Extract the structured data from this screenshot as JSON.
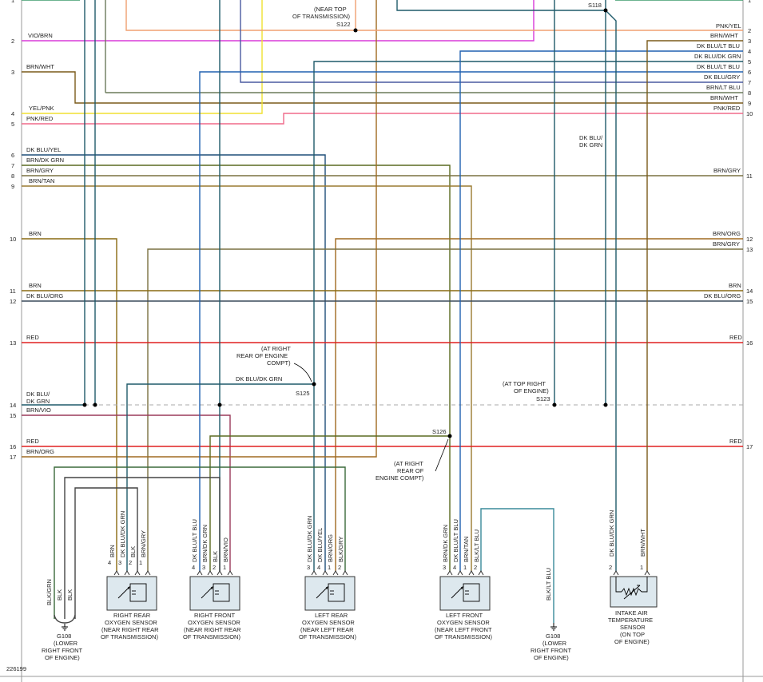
{
  "diagram_id": "226199",
  "colors": {
    "dk_blu_yel": "#1f4e79",
    "vio_brn": "#d93ad9",
    "brn_wht": "#7a5a1a",
    "yel_pnk": "#f0e030",
    "pnk_red": "#f06a8a",
    "pnk_yel": "#f0a070",
    "brn_dk_grn": "#5a6a20",
    "brn_gry": "#7a7040",
    "brn_tan": "#9a7a30",
    "brn": "#8a6a10",
    "dk_blu_org": "#3a4a5a",
    "red": "#e02020",
    "dk_blu_dk_grn": "#1f5a6a",
    "brn_vio": "#9a3a5a",
    "brn_org": "#a06a20",
    "dk_blu_lt_blu": "#2060b0",
    "dk_blu_gry": "#4a5aa0",
    "brn_lt_blu": "#6a7a5a",
    "blk_grn": "#3a6a3a",
    "blk": "#444444",
    "blk_lt_blu": "#3a8a9a",
    "blk_org": "#7a5a3a",
    "ground_dash": "#aaaaaa"
  },
  "left_wires": [
    {
      "num": "1",
      "label": ""
    },
    {
      "num": "2",
      "label": "VIO/BRN"
    },
    {
      "num": "3",
      "label": "BRN/WHT"
    },
    {
      "num": "4",
      "label": "YEL/PNK"
    },
    {
      "num": "5",
      "label": "PNK/RED"
    },
    {
      "num": "6",
      "label": "DK BLU/YEL"
    },
    {
      "num": "7",
      "label": "BRN/DK GRN"
    },
    {
      "num": "8",
      "label": "BRN/GRY"
    },
    {
      "num": "9",
      "label": "BRN/TAN"
    },
    {
      "num": "10",
      "label": "BRN"
    },
    {
      "num": "11",
      "label": "BRN"
    },
    {
      "num": "12",
      "label": "DK BLU/ORG"
    },
    {
      "num": "13",
      "label": "RED"
    },
    {
      "num": "14",
      "label": "DK BLU/"
    },
    {
      "num": "15",
      "label": "BRN/VIO"
    },
    {
      "num": "16",
      "label": "RED"
    },
    {
      "num": "17",
      "label": "BRN/ORG"
    }
  ],
  "left_wire_14_line2": "DK GRN",
  "right_wires": [
    {
      "num": "1",
      "label": ""
    },
    {
      "num": "2",
      "label": "PNK/YEL"
    },
    {
      "num": "3",
      "label": "BRN/WHT"
    },
    {
      "num": "4",
      "label": "DK BLU/LT BLU"
    },
    {
      "num": "5",
      "label": "DK BLU/DK GRN"
    },
    {
      "num": "6",
      "label": "DK BLU/LT BLU"
    },
    {
      "num": "7",
      "label": "DK BLU/GRY"
    },
    {
      "num": "8",
      "label": "BRN/LT BLU"
    },
    {
      "num": "9",
      "label": "BRN/WHT"
    },
    {
      "num": "10",
      "label": "PNK/RED"
    },
    {
      "num": "11",
      "label": "BRN/GRY"
    },
    {
      "num": "12",
      "label": "BRN/ORG"
    },
    {
      "num": "13",
      "label": "BRN/GRY"
    },
    {
      "num": "14",
      "label": "BRN"
    },
    {
      "num": "15",
      "label": "DK BLU/ORG"
    },
    {
      "num": "16",
      "label": "RED"
    },
    {
      "num": "17",
      "label": "RED"
    }
  ],
  "splices": {
    "s118": "S118",
    "s122": "S122",
    "s122_note1": "(NEAR TOP",
    "s122_note2": "OF TRANSMISSION)",
    "s125": "S125",
    "s125_note": [
      "(AT RIGHT",
      "REAR OF ENGINE",
      "COMPT)"
    ],
    "s123": "S123",
    "s123_note": [
      "(AT TOP RIGHT",
      "OF ENGINE)"
    ],
    "s126": "S126",
    "s126_note": [
      "(AT RIGHT",
      "REAR OF",
      "ENGINE COMPT)"
    ]
  },
  "mid_labels": {
    "dk_blu_dk_grn_mid": "DK BLU/DK GRN",
    "dk_blu_dk_grn_vert_1": "DK BLU/",
    "dk_blu_dk_grn_vert_2": "DK GRN"
  },
  "components": [
    {
      "key": "rr",
      "name": [
        "RIGHT REAR",
        "OXYGEN SENSOR",
        "(NEAR RIGHT REAR",
        "OF TRANSMISSION)"
      ],
      "pins": [
        {
          "num": "4",
          "label": "BRN"
        },
        {
          "num": "3",
          "label": "DK BLU/DK GRN"
        },
        {
          "num": "2",
          "label": "BLK"
        },
        {
          "num": "1",
          "label": "BRN/GRY"
        }
      ]
    },
    {
      "key": "rf",
      "name": [
        "RIGHT FRONT",
        "OXYGEN SENSOR",
        "(NEAR RIGHT REAR",
        "OF TRANSMISSION)"
      ],
      "pins": [
        {
          "num": "4",
          "label": "DK BLU/LT BLU"
        },
        {
          "num": "3",
          "label": "BRN/DK GRN"
        },
        {
          "num": "2",
          "label": "BLK"
        },
        {
          "num": "1",
          "label": "BRN/VIO"
        }
      ]
    },
    {
      "key": "lr",
      "name": [
        "LEFT REAR",
        "OXYGEN SENSOR",
        "(NEAR LEFT REAR",
        "OF TRANSMISSION)"
      ],
      "pins": [
        {
          "num": "3",
          "label": "DK BLU/DK GRN"
        },
        {
          "num": "4",
          "label": "DK BLU/YEL"
        },
        {
          "num": "1",
          "label": "BRN/ORG"
        },
        {
          "num": "2",
          "label": "BLK/GRY"
        }
      ]
    },
    {
      "key": "lf",
      "name": [
        "LEFT FRONT",
        "OXYGEN SENSOR",
        "(NEAR LEFT FRONT",
        "OF TRANSMISSION)"
      ],
      "pins": [
        {
          "num": "3",
          "label": "BRN/DK GRN"
        },
        {
          "num": "4",
          "label": "DK BLU/LT BLU"
        },
        {
          "num": "1",
          "label": "BRN/TAN"
        },
        {
          "num": "2",
          "label": "BLK/LT BLU"
        }
      ]
    },
    {
      "key": "iat",
      "name": [
        "INTAKE AIR",
        "TEMPERATURE",
        "SENSOR",
        "(ON TOP",
        "OF ENGINE)"
      ],
      "pins": [
        {
          "num": "2",
          "label": "DK BLU/DK GRN"
        },
        {
          "num": "1",
          "label": "BRN/WHT"
        }
      ]
    }
  ],
  "grounds": {
    "g108_left": [
      "G108",
      "(LOWER",
      "RIGHT FRONT",
      "OF ENGINE)"
    ],
    "g108_right": [
      "G108",
      "(LOWER",
      "RIGHT FRONT",
      "OF ENGINE)"
    ],
    "left_ground_wires": [
      "BLK/GRN",
      "BLK",
      "BLK"
    ],
    "right_ground_wire": "BLK/LT BLU"
  }
}
